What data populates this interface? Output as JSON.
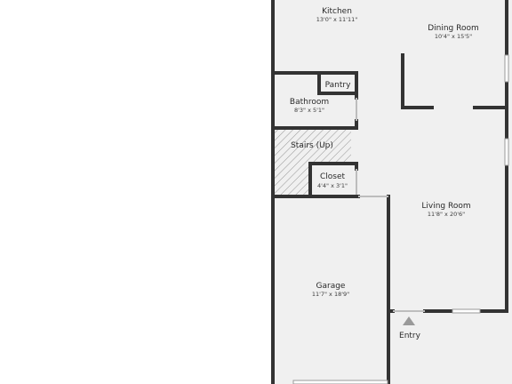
{
  "colors": {
    "wall": "#333333",
    "floor": "#f0f0f0",
    "window": "#bdbdbd",
    "entry_marker": "#9a9a9a"
  },
  "rooms": {
    "kitchen": {
      "name": "Kitchen",
      "dims": "13'0\" x 11'11\""
    },
    "dining_room": {
      "name": "Dining Room",
      "dims": "10'4\" x 15'5\""
    },
    "pantry": {
      "name": "Pantry"
    },
    "bathroom": {
      "name": "Bathroom",
      "dims": "8'3\" x 5'1\""
    },
    "stairs": {
      "name": "Stairs (Up)"
    },
    "closet": {
      "name": "Closet",
      "dims": "4'4\" x 3'1\""
    },
    "living_room": {
      "name": "Living Room",
      "dims": "11'8\" x 20'6\""
    },
    "garage": {
      "name": "Garage",
      "dims": "11'7\" x 18'9\""
    }
  },
  "entry": {
    "label": "Entry",
    "icon": "triangle-up-icon"
  }
}
